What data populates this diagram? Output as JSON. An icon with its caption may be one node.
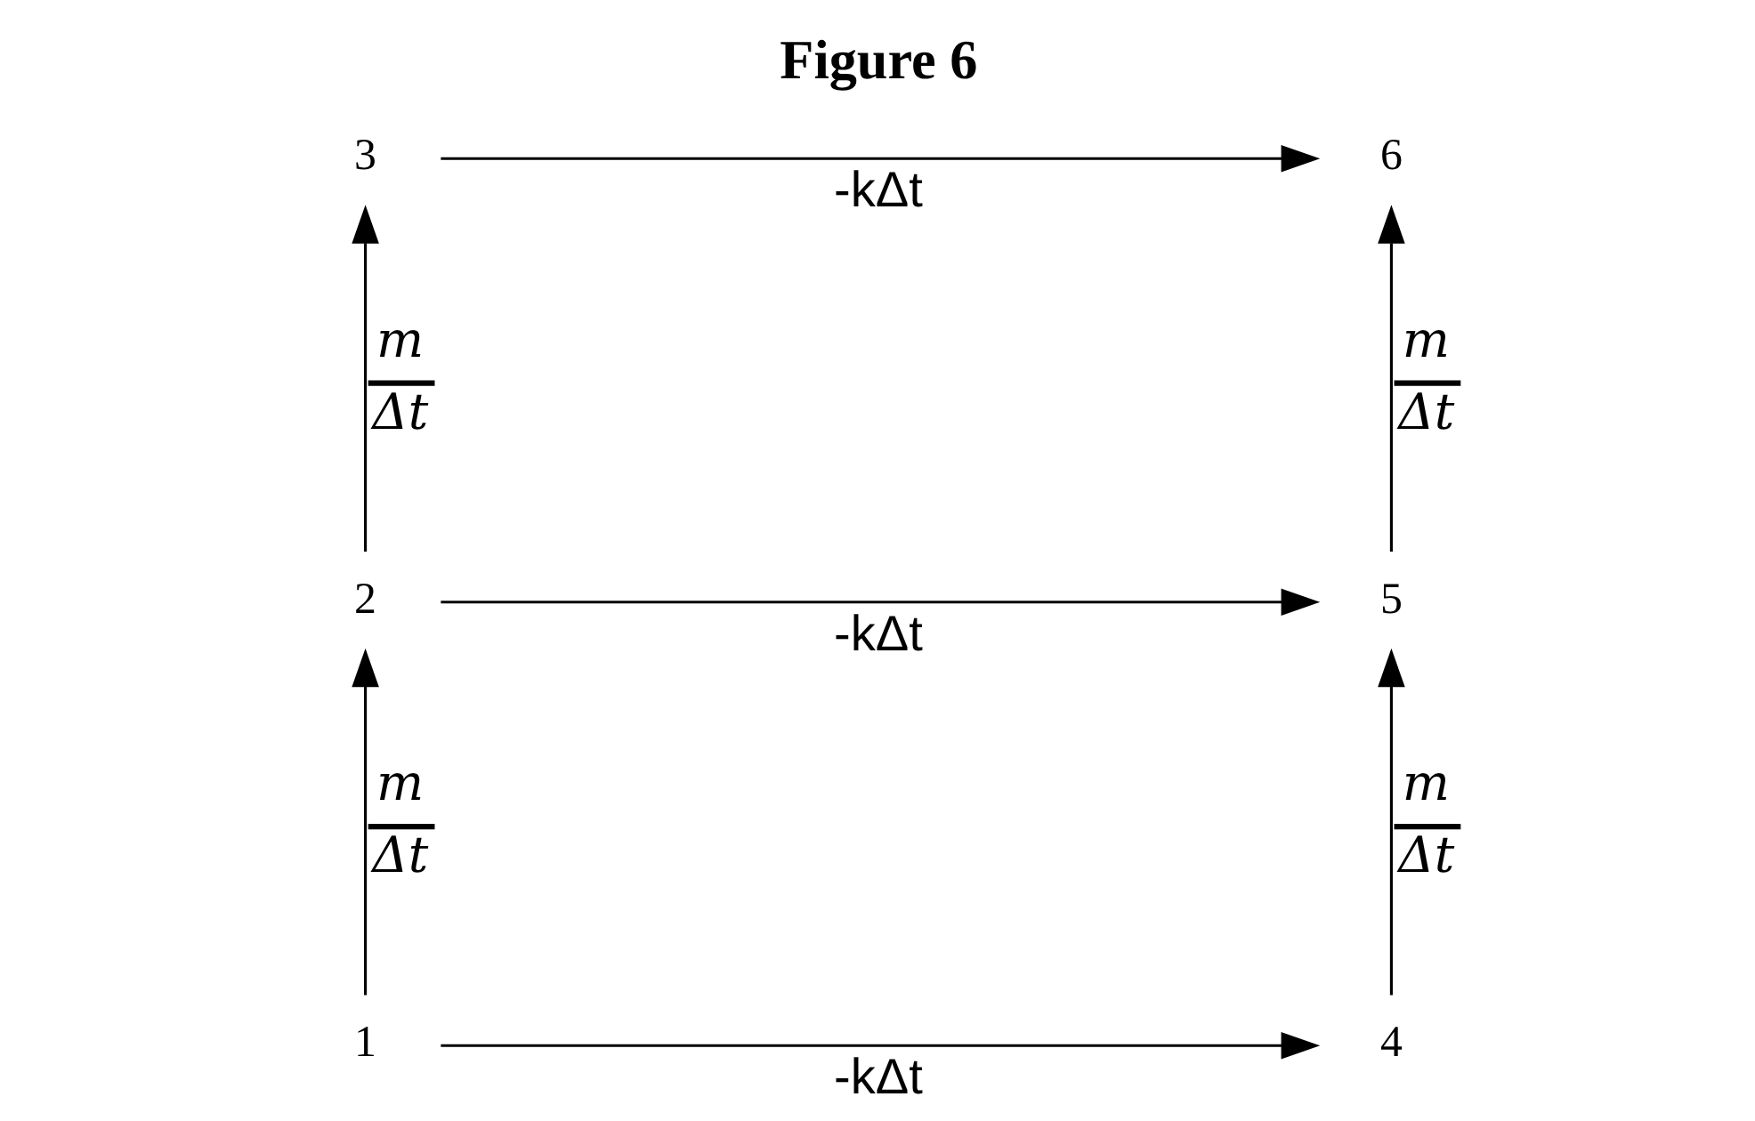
{
  "diagram": {
    "title": "Figure 6",
    "nodes": [
      {
        "text": [
          "3"
        ]
      },
      {
        "text": [
          "6"
        ]
      },
      {
        "text": [
          "2"
        ]
      },
      {
        "text": [
          "5"
        ]
      },
      {
        "text": [
          "1"
        ]
      },
      {
        "text": [
          "4"
        ]
      }
    ],
    "edges": [
      {
        "from": 4,
        "to": 5,
        "arrow": "to",
        "label": "-kΔt"
      },
      {
        "from": 2,
        "to": 3,
        "arrow": "to",
        "label": "-kΔt"
      },
      {
        "from": 0,
        "to": 1,
        "arrow": "to",
        "label": "-kΔt"
      },
      {
        "from": 4,
        "to": 2,
        "arrow": "to",
        "label": "m Δt"
      },
      {
        "from": 2,
        "to": 0,
        "arrow": "to",
        "label": "m Δt"
      },
      {
        "from": 5,
        "to": 3,
        "arrow": "to",
        "label": "m Δt"
      },
      {
        "from": 3,
        "to": 1,
        "arrow": "to",
        "label": "m Δt"
      }
    ]
  }
}
